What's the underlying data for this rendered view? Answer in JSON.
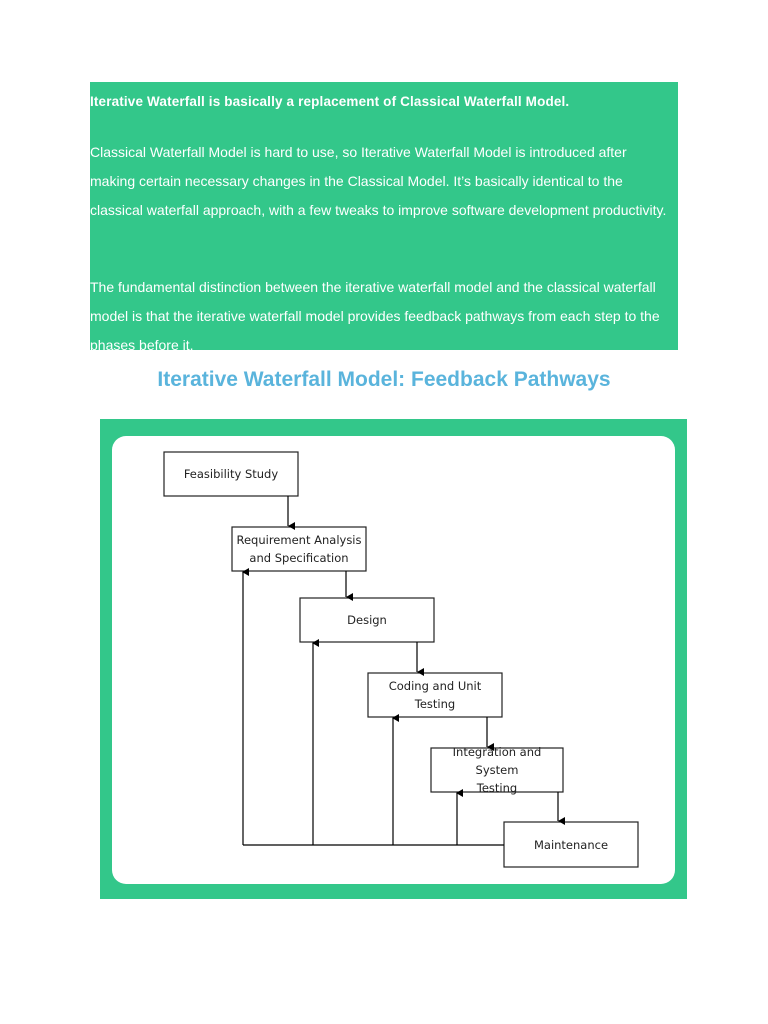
{
  "intro": {
    "lead": "Iterative Waterfall is basically a replacement of Classical Waterfall Model.",
    "paragraph1": "Classical Waterfall Model is hard to use, so Iterative Waterfall Model is introduced after making certain necessary changes in the Classical Model. It’s basically identical to the classical waterfall approach, with a few tweaks to improve software development productivity.",
    "paragraph2": "The fundamental distinction between the iterative waterfall model and the classical waterfall model is that the iterative waterfall model provides feedback pathways from each step to the phases before it."
  },
  "diagram": {
    "heading": "Iterative Waterfall Model: Feedback Pathways",
    "nodes": {
      "feasibility": "Feasibility  Study",
      "requirement": "Requirement Analysis\nand Specification",
      "design": "Design",
      "coding": "Coding and Unit\nTesting",
      "integration": "Integration and System\nTesting",
      "maintenance": "Maintenance"
    }
  },
  "colors": {
    "accent_green": "#33c78a",
    "heading_blue": "#5ab4dc"
  }
}
